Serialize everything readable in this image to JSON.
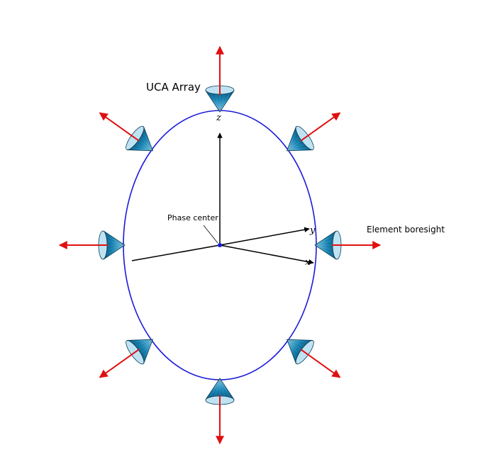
{
  "title": "UCA Array",
  "labels": {
    "phase_center": "Phase center",
    "element_boresight": "Element boresight"
  },
  "axes": {
    "x": "x",
    "y": "y",
    "z": "z"
  },
  "colors": {
    "ring": "#1a1adc",
    "arrow": "#e01010",
    "axis": "#000000",
    "element_fill": "#1b86b5",
    "element_dark": "#0d4f72",
    "element_light": "#bfe3f2"
  },
  "array": {
    "element_count": 8,
    "element_shape": "cone-horn-icon"
  }
}
